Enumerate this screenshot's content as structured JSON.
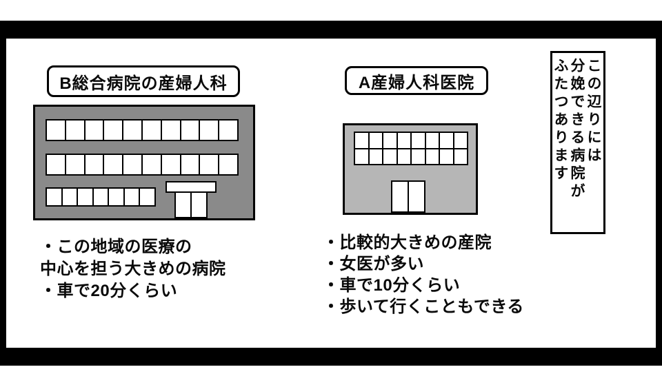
{
  "narration": {
    "lines": [
      "この辺りには",
      "分娩できる病院が",
      "ふたつあります"
    ]
  },
  "hospital_b": {
    "label": "B総合病院の産婦人科",
    "notes": [
      "・この地域の医療の",
      "中心を担う大きめの病院",
      "・車で20分くらい"
    ]
  },
  "hospital_a": {
    "label": "A産婦人科医院",
    "notes": [
      "・比較的大きめの産院",
      "・女医が多い",
      "・車で10分くらい",
      "・歩いて行くこともできる"
    ]
  },
  "colors": {
    "building_b_fill": "#8a8a8a",
    "building_a_fill": "#b6b6b6",
    "window_fill": "#ffffff",
    "outline": "#000000",
    "background": "#ffffff"
  }
}
